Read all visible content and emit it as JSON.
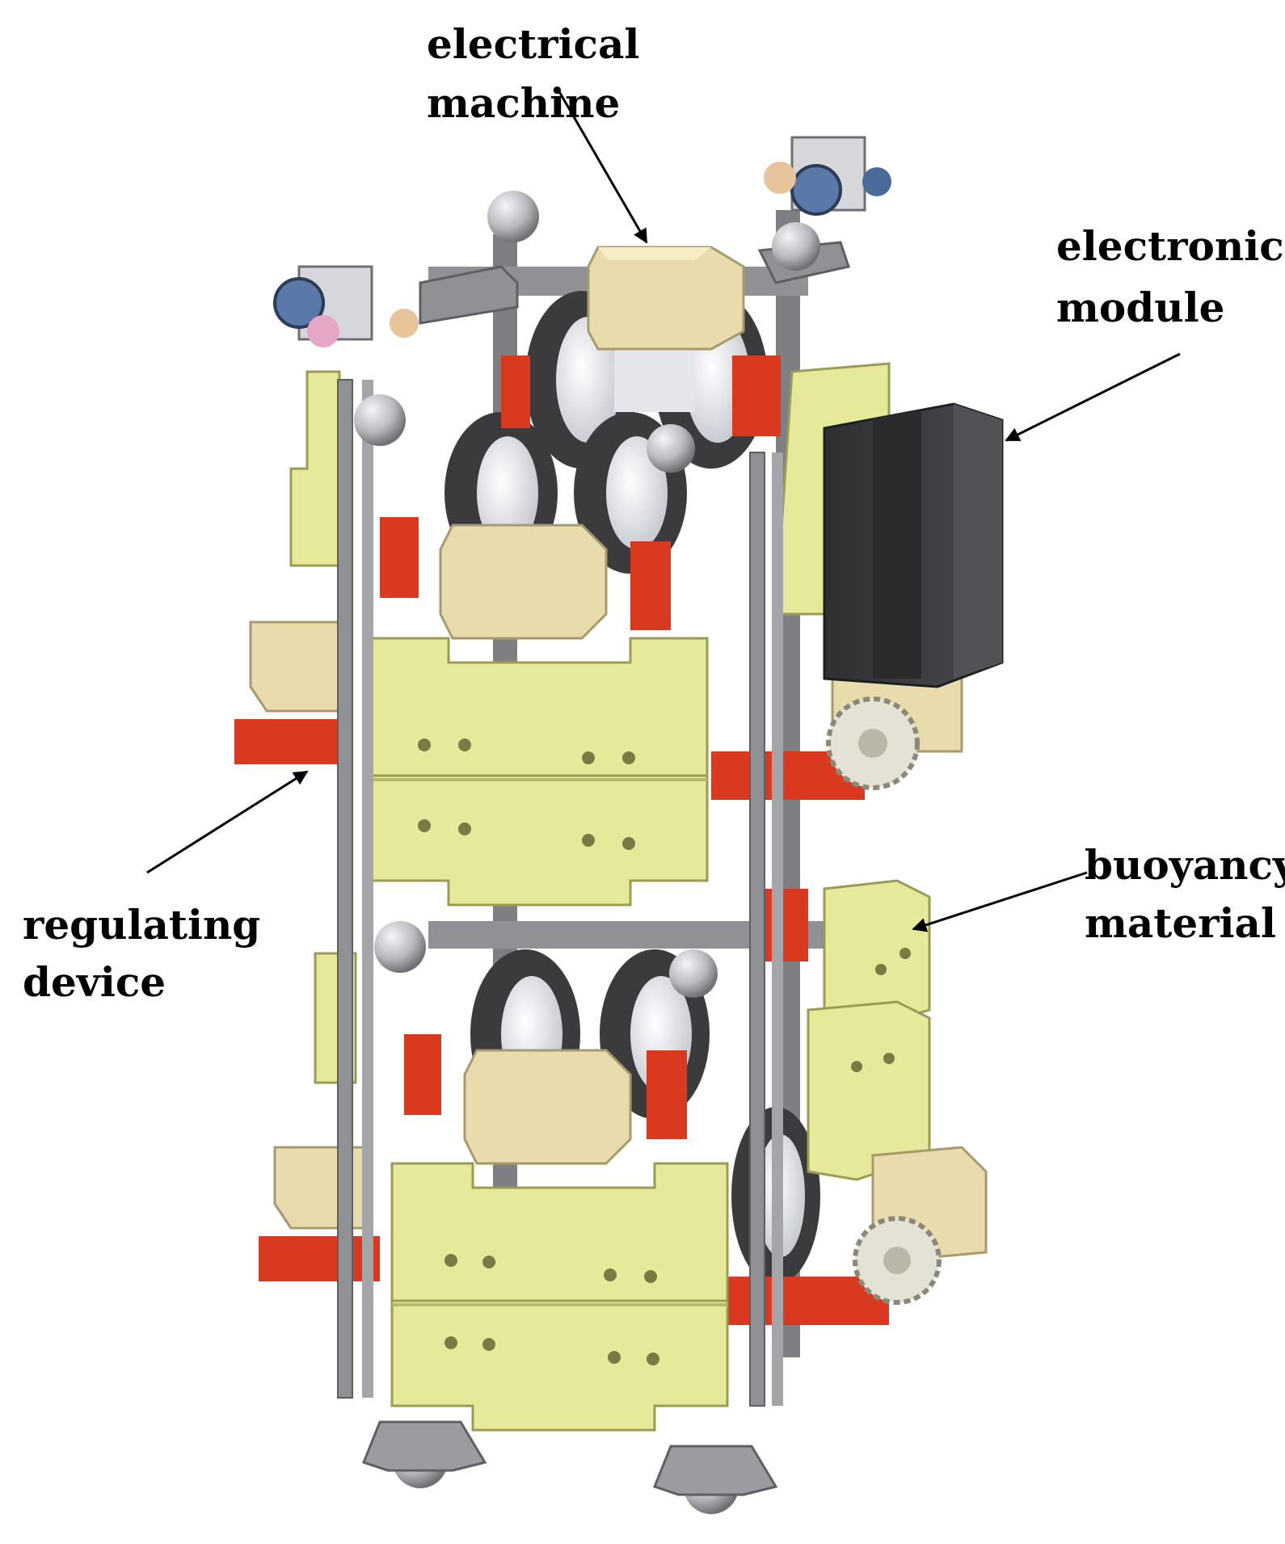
{
  "colors": {
    "background": "#ffffff",
    "foam": "#e6e89a",
    "foam_shadow": "#c9cb6e",
    "motor": "#e9dcac",
    "frame": "#8f9195",
    "frame_dark": "#5d5f63",
    "bracket_red": "#d9391f",
    "wheel": "#3b3b3d",
    "wheel_hub": "#eceef2",
    "electronics": "#3f4043",
    "ball": "#bfc1c5",
    "arrow": "#000000"
  },
  "labels": {
    "electrical_machine": [
      "electrical",
      "machine"
    ],
    "electronic_module": [
      "electronic",
      "module"
    ],
    "regulating_device": [
      "regulating",
      "device"
    ],
    "buoyancy_material": [
      "buoyancy",
      "material"
    ]
  }
}
